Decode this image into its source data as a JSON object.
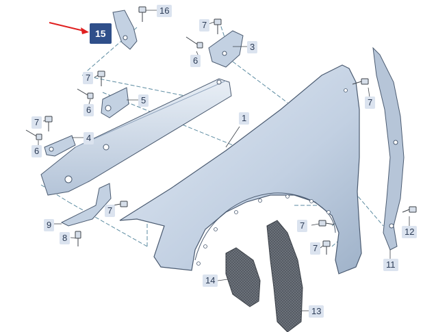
{
  "diagram": {
    "highlighted": "15",
    "callouts": [
      {
        "id": "c15",
        "text": "15",
        "highlight": true
      },
      {
        "id": "c16",
        "text": "16"
      },
      {
        "id": "c7a",
        "text": "7"
      },
      {
        "id": "c3",
        "text": "3"
      },
      {
        "id": "c6a",
        "text": "6"
      },
      {
        "id": "c7b",
        "text": "7"
      },
      {
        "id": "c5",
        "text": "5"
      },
      {
        "id": "c6b",
        "text": "6"
      },
      {
        "id": "c7c",
        "text": "7"
      },
      {
        "id": "c4",
        "text": "4"
      },
      {
        "id": "c6c",
        "text": "6"
      },
      {
        "id": "c1",
        "text": "1"
      },
      {
        "id": "c7d",
        "text": "7"
      },
      {
        "id": "c9",
        "text": "9"
      },
      {
        "id": "c8",
        "text": "8"
      },
      {
        "id": "c7e",
        "text": "7"
      },
      {
        "id": "c7f",
        "text": "7"
      },
      {
        "id": "c7g",
        "text": "7"
      },
      {
        "id": "c12",
        "text": "12"
      },
      {
        "id": "c11",
        "text": "11"
      },
      {
        "id": "c14",
        "text": "14"
      },
      {
        "id": "c13",
        "text": "13"
      }
    ],
    "colors": {
      "part_fill": "#c3d1e2",
      "part_shade": "#9fb2c9",
      "outline": "#4a5a70",
      "dashed": "#5a8aa0",
      "callout_bg": "#dbe3ef",
      "highlight_bg": "#2f4f8a",
      "arrow": "#e02020",
      "liner": "#5a6068"
    }
  }
}
